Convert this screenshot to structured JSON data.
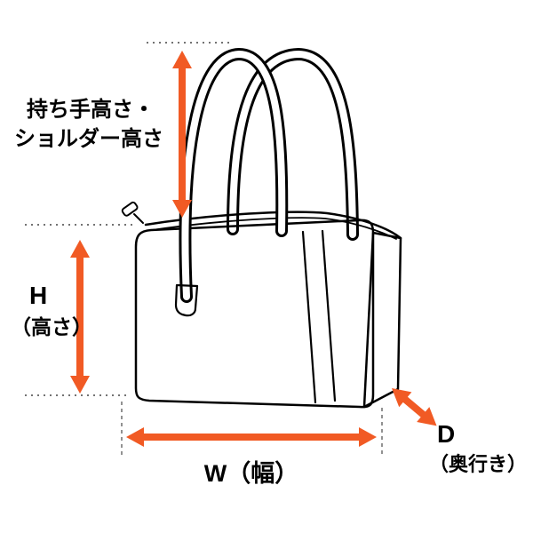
{
  "colors": {
    "arrow": "#F15A24",
    "line": "#000000",
    "background": "#ffffff"
  },
  "labels": {
    "handle_height": {
      "line1": "持ち手高さ・",
      "line2": "ショルダー高さ"
    },
    "height": {
      "symbol": "H",
      "unit": "（高さ）"
    },
    "width": {
      "text": "W（幅）"
    },
    "depth": {
      "symbol": "D",
      "unit": "（奥行き）"
    }
  }
}
